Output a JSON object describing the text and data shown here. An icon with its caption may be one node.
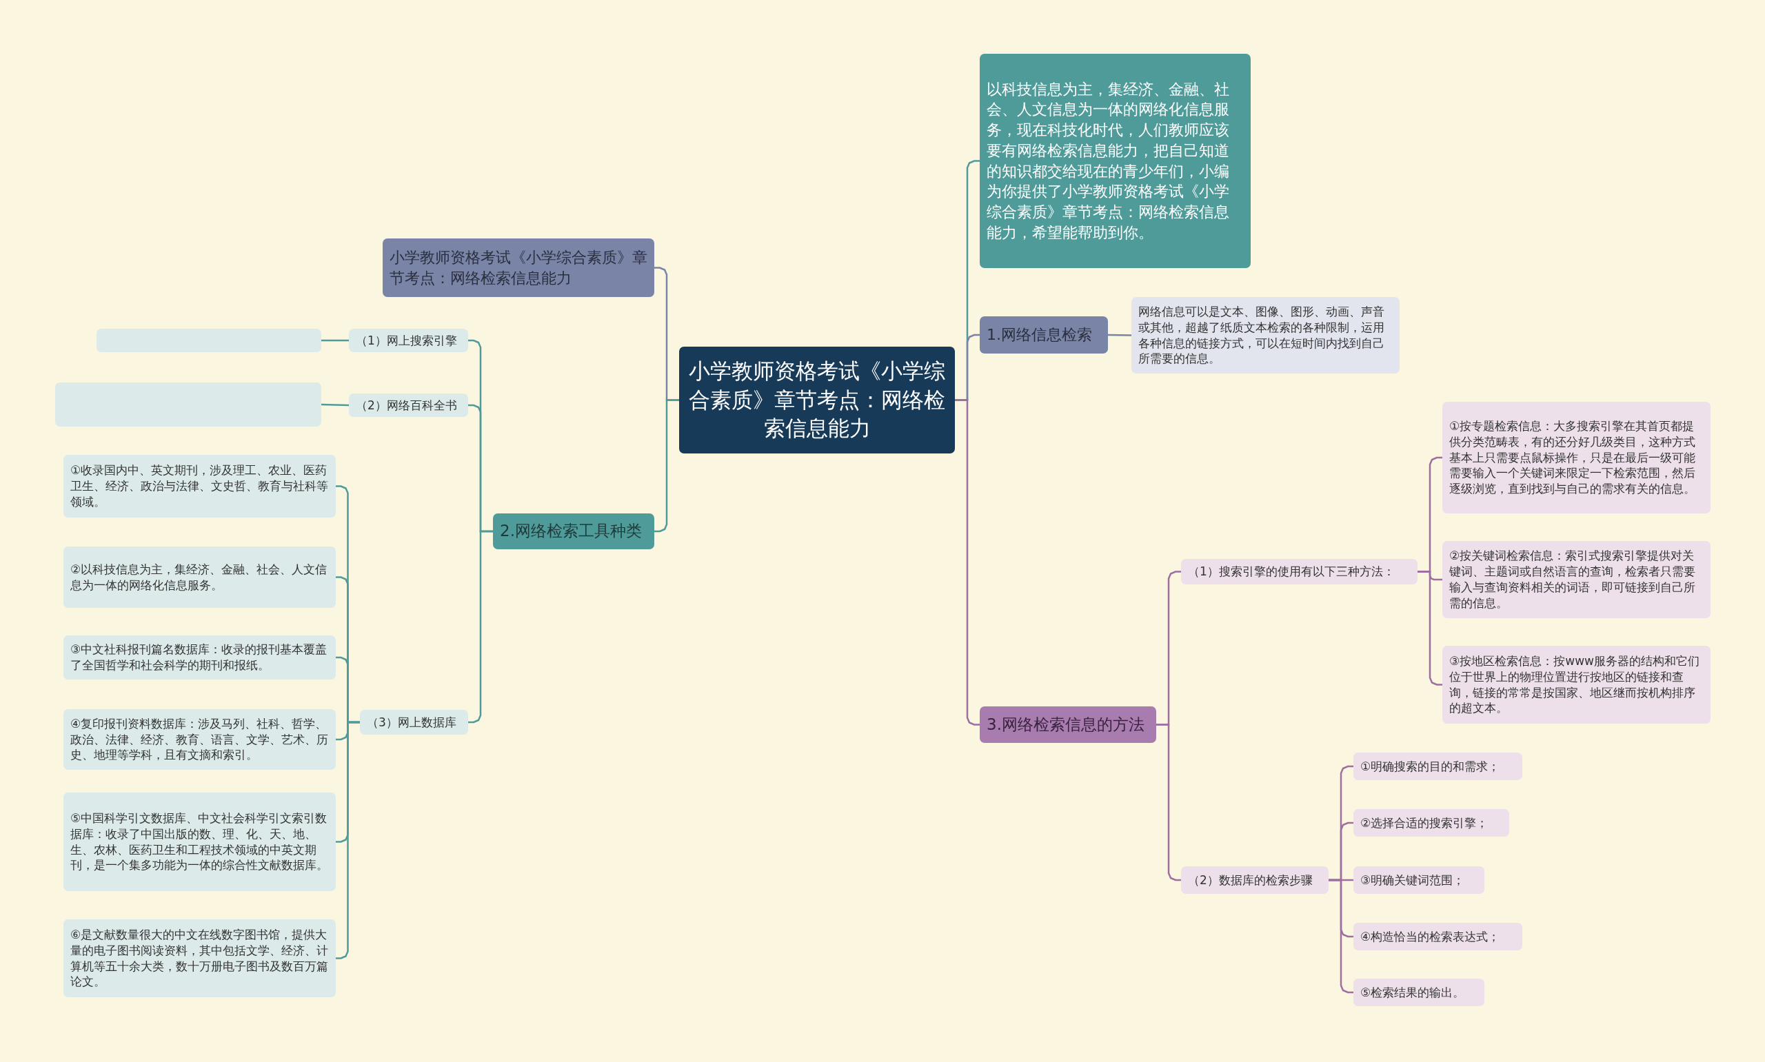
{
  "diagram": {
    "nodes": [
      {
        "text": [
          "小学教师资格考试《小学综合素质》章节考点：网络检索信息能力"
        ]
      },
      {
        "text": [
          "小学教师资格考试《小学综合素质》章节考点：网络检索信息能力"
        ]
      },
      {
        "text": [
          "2.网络检索工具种类"
        ]
      },
      {
        "text": [
          "（1）网上搜索引擎"
        ]
      },
      {
        "text": [],
        "shape": "box"
      },
      {
        "text": [
          "（2）网络百科全书"
        ]
      },
      {
        "text": [],
        "shape": "box"
      },
      {
        "text": [
          "（3）网上数据库"
        ]
      },
      {
        "text": [
          "①收录国内中、英文期刊，涉及理工、农业、医药卫生、经济、政治与法律、文史哲、教育与社科等领域。"
        ]
      },
      {
        "text": [
          "②以科技信息为主，集经济、金融、社会、人文信息为一体的网络化信息服务。"
        ]
      },
      {
        "text": [
          "③中文社科报刊篇名数据库：收录的报刊基本覆盖了全国哲学和社会科学的期刊和报纸。"
        ]
      },
      {
        "text": [
          "④复印报刊资料数据库：涉及马列、社科、哲学、政治、法律、经济、教育、语言、文学、艺术、历史、地理等学科，且有文摘和索引。"
        ]
      },
      {
        "text": [
          "⑤中国科学引文数据库、中文社会科学引文索引数据库：收录了中国出版的数、理、化、天、地、生、农林、医药卫生和工程技术领域的中英文期刊，是一个集多功能为一体的综合性文献数据库。"
        ]
      },
      {
        "text": [
          "⑥是文献数量很大的中文在线数字图书馆，提供大量的电子图书阅读资料，其中包括文学、经济、计算机等五十余大类，数十万册电子图书及数百万篇论文。"
        ]
      },
      {
        "text": [
          "以科技信息为主，集经济、金融、社会、人文信息为一体的网络化信息服务，现在科技化时代，人们教师应该要有网络检索信息能力，把自己知道的知识都交给现在的青少年们，小编为你提供了小学教师资格考试《小学综合素质》章节考点：网络检索信息能力，希望能帮助到你。"
        ]
      },
      {
        "text": [
          "1.网络信息检索"
        ]
      },
      {
        "text": [
          "网络信息可以是文本、图像、图形、动画、声音或其他，超越了纸质文本检索的各种限制，运用各种信息的链接方式，可以在短时间内找到自己所需要的信息。"
        ]
      },
      {
        "text": [
          "3.网络检索信息的方法"
        ]
      },
      {
        "text": [
          "（1）搜索引擎的使用有以下三种方法："
        ]
      },
      {
        "text": [
          "①按专题检索信息：大多搜索引擎在其首页都提供分类范畴表，有的还分好几级类目，这种方式基本上只需要点鼠标操作，只是在最后一级可能需要输入一个关键词来限定一下检索范围，然后逐级浏览，直到找到与自己的需求有关的信息。"
        ]
      },
      {
        "text": [
          "②按关键词检索信息：索引式搜索引擎提供对关键词、主题词或自然语言的查询，检索者只需要输入与查询资料相关的词语，即可链接到自己所需的信息。"
        ]
      },
      {
        "text": [
          "③按地区检索信息：按www服务器的结构和它们位于世界上的物理位置进行按地区的链接和查询，链接的常常是按国家、地区继而按机构排序的超文本。"
        ]
      },
      {
        "text": [
          "（2）数据库的检索步骤"
        ]
      },
      {
        "text": [
          "①明确搜索的目的和需求；"
        ]
      },
      {
        "text": [
          "②选择合适的搜索引擎；"
        ]
      },
      {
        "text": [
          "③明确关键词范围；"
        ]
      },
      {
        "text": [
          "④构造恰当的检索表达式；"
        ]
      },
      {
        "text": [
          "⑤检索结果的输出。"
        ]
      }
    ],
    "edges": [
      {
        "from": 0,
        "to": 1,
        "arrow": "none",
        "color": "#7a84a6"
      },
      {
        "from": 0,
        "to": 2,
        "arrow": "none"
      },
      {
        "from": 2,
        "to": 3,
        "arrow": "none"
      },
      {
        "from": 3,
        "to": 4,
        "arrow": "none"
      },
      {
        "from": 2,
        "to": 5,
        "arrow": "none"
      },
      {
        "from": 5,
        "to": 6,
        "arrow": "none"
      },
      {
        "from": 2,
        "to": 7,
        "arrow": "none"
      },
      {
        "from": 7,
        "to": 8,
        "arrow": "none"
      },
      {
        "from": 7,
        "to": 9,
        "arrow": "none"
      },
      {
        "from": 7,
        "to": 10,
        "arrow": "none"
      },
      {
        "from": 7,
        "to": 11,
        "arrow": "none"
      },
      {
        "from": 7,
        "to": 12,
        "arrow": "none"
      },
      {
        "from": 7,
        "to": 13,
        "arrow": "none"
      },
      {
        "from": 0,
        "to": 14,
        "arrow": "none"
      },
      {
        "from": 0,
        "to": 15,
        "arrow": "none",
        "color": "#7a84a6"
      },
      {
        "from": 15,
        "to": 16,
        "arrow": "none",
        "color": "#7a84a6"
      },
      {
        "from": 0,
        "to": 17,
        "arrow": "none",
        "color": "#9c6fa0"
      },
      {
        "from": 17,
        "to": 18,
        "arrow": "none",
        "color": "#9c6fa0"
      },
      {
        "from": 18,
        "to": 19,
        "arrow": "none",
        "color": "#9c6fa0"
      },
      {
        "from": 18,
        "to": 20,
        "arrow": "none",
        "color": "#9c6fa0"
      },
      {
        "from": 18,
        "to": 21,
        "arrow": "none",
        "color": "#9c6fa0"
      },
      {
        "from": 17,
        "to": 22,
        "arrow": "none",
        "color": "#9c6fa0"
      },
      {
        "from": 22,
        "to": 23,
        "arrow": "none",
        "color": "#9c6fa0"
      },
      {
        "from": 22,
        "to": 24,
        "arrow": "none",
        "color": "#9c6fa0"
      },
      {
        "from": 22,
        "to": 25,
        "arrow": "none",
        "color": "#9c6fa0"
      },
      {
        "from": 22,
        "to": 26,
        "arrow": "none",
        "color": "#9c6fa0"
      },
      {
        "from": 22,
        "to": 27,
        "arrow": "none",
        "color": "#9c6fa0"
      }
    ]
  }
}
